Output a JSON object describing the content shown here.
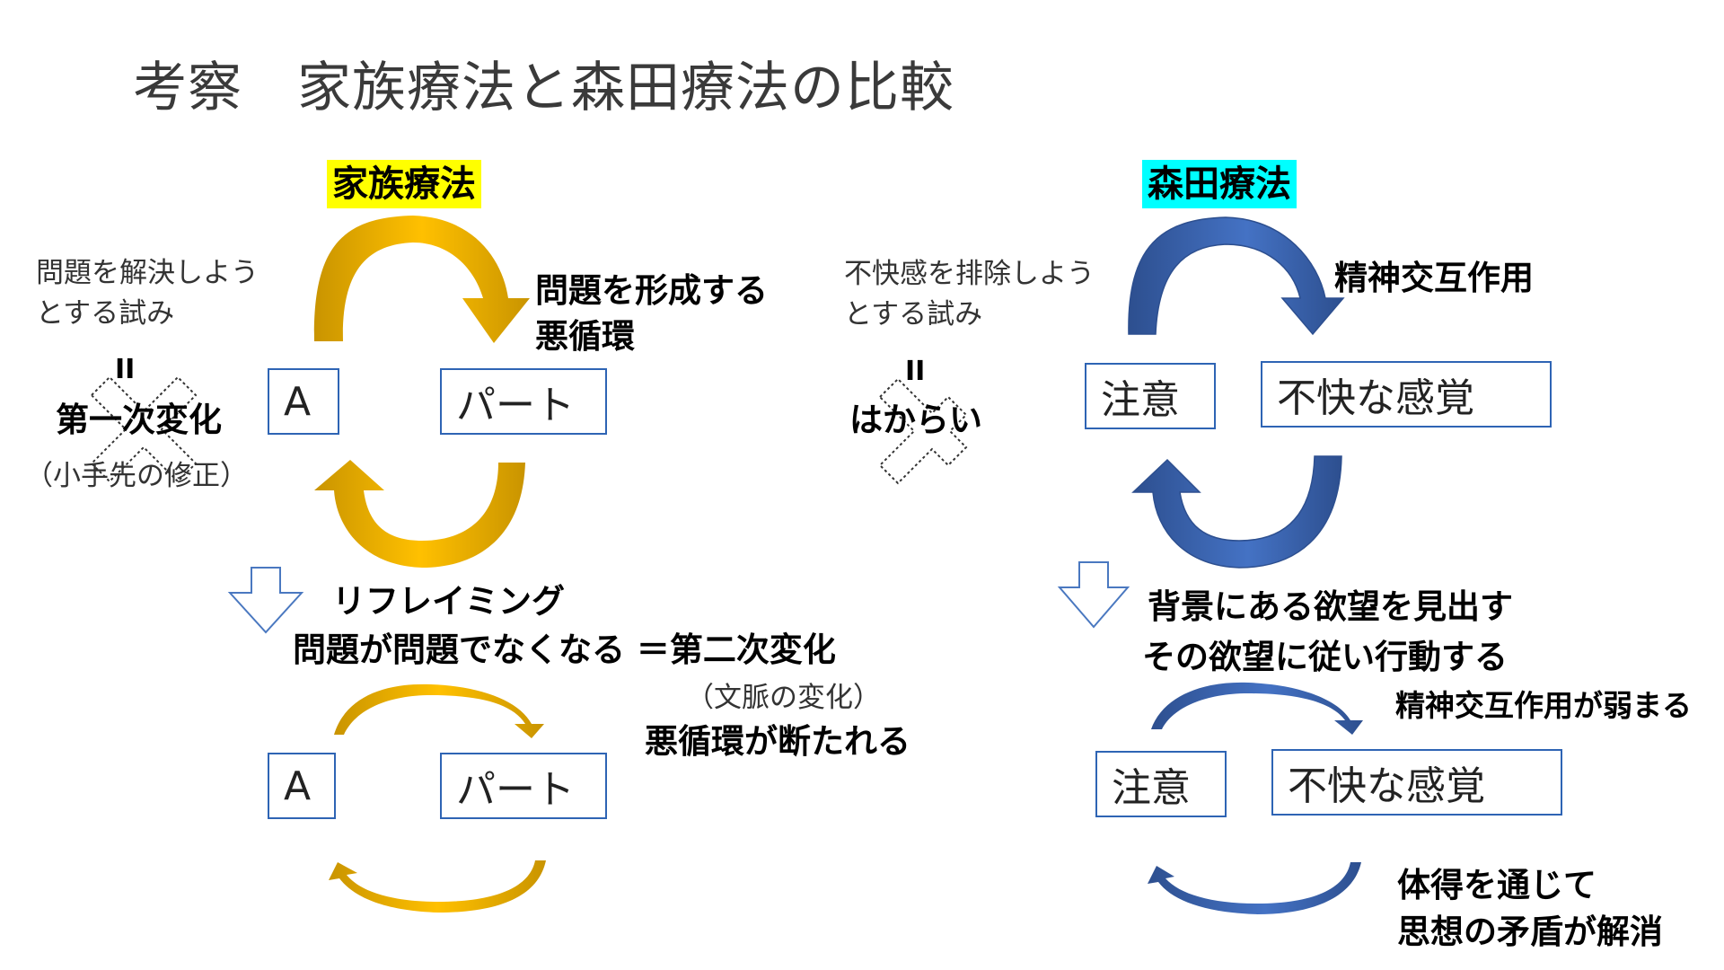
{
  "title": "考察　家族療法と森田療法の比較",
  "colors": {
    "family_accent": "#ffff00",
    "morita_accent": "#00ffff",
    "gold": "#ffc000",
    "blue": "#4472c4",
    "box_border": "#2e64b4"
  },
  "left": {
    "heading": "家族療法",
    "attempt_line1": "問題を解決しよう",
    "attempt_line2": "とする試み",
    "equals": "II",
    "first_order": "第一次変化",
    "first_order_note": "（小手先の修正）",
    "loop_line1": "問題を形成する",
    "loop_line2": "悪循環",
    "box_a": "A",
    "box_partner": "パート",
    "reframing": "リフレイミング",
    "second_order": "問題が問題でなくなる ＝第二次変化",
    "context_note": "（文脈の変化）",
    "cycle_broken": "悪循環が断たれる",
    "box_a_after": "A",
    "box_partner_after": "パート"
  },
  "right": {
    "heading": "森田療法",
    "attempt_line1": "不快感を排除しよう",
    "attempt_line2": "とする試み",
    "equals": "II",
    "hakarai": "はからい",
    "interaction": "精神交互作用",
    "box_attention": "注意",
    "box_discomfort": "不快な感覚",
    "desire_line1": "背景にある欲望を見出す",
    "desire_line2": "その欲望に従い行動する",
    "interaction_weakens": "精神交互作用が弱まる",
    "box_attention_after": "注意",
    "box_discomfort_after": "不快な感覚",
    "resolve_line1": "体得を通じて",
    "resolve_line2": "思想の矛盾が解消"
  }
}
